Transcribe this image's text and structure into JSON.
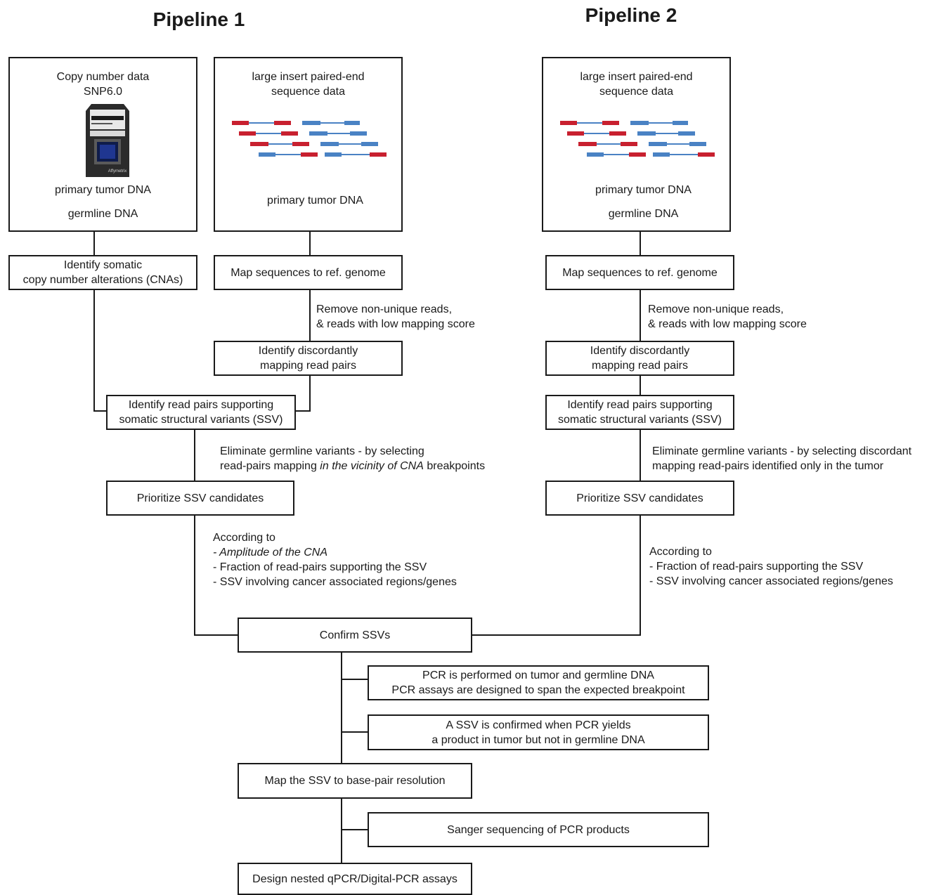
{
  "pipeline1": {
    "title": "Pipeline 1",
    "cn_box": {
      "line1": "Copy number data",
      "line2": "SNP6.0",
      "chip_brand": "Affymetrix",
      "line3": "primary tumor DNA",
      "line4": "germline DNA"
    },
    "seq_box": {
      "line1": "large insert paired-end",
      "line2": "sequence data",
      "line3": "primary tumor DNA"
    },
    "identify_cna": {
      "line1": "Identify somatic",
      "line2": "copy number alterations (CNAs)"
    },
    "map_seq": "Map sequences to ref. genome",
    "remove_note": {
      "line1": "Remove non-unique reads,",
      "line2": "& reads with low mapping score"
    },
    "discordant": {
      "line1": "Identify discordantly",
      "line2": "mapping read pairs"
    },
    "support_ssv": {
      "line1": "Identify read pairs supporting",
      "line2": "somatic structural variants (SSV)"
    },
    "eliminate_note": {
      "line1": "Eliminate germline variants - by selecting",
      "line2_a": "read-pairs mapping ",
      "line2_b": "in the vicinity of CNA",
      "line2_c": " breakpoints"
    },
    "prioritize": "Prioritize SSV candidates",
    "according_note": {
      "line1": "According to",
      "line2": "- Amplitude of the CNA",
      "line3": "- Fraction of read-pairs supporting the SSV",
      "line4": "- SSV involving cancer associated regions/genes"
    }
  },
  "pipeline2": {
    "title": "Pipeline 2",
    "seq_box": {
      "line1": "large insert paired-end",
      "line2": "sequence data",
      "line3": "primary tumor DNA",
      "line4": "germline DNA"
    },
    "map_seq": "Map sequences to ref. genome",
    "remove_note": {
      "line1": "Remove non-unique reads,",
      "line2": "& reads with low mapping score"
    },
    "discordant": {
      "line1": "Identify discordantly",
      "line2": "mapping read pairs"
    },
    "support_ssv": {
      "line1": "Identify read pairs supporting",
      "line2": "somatic structural variants (SSV)"
    },
    "eliminate_note": {
      "line1": "Eliminate germline variants - by selecting discordant",
      "line2": "mapping read-pairs identified only in the tumor"
    },
    "prioritize": "Prioritize SSV candidates",
    "according_note": {
      "line1": "According to",
      "line2": "- Fraction of read-pairs supporting the SSV",
      "line3": "- SSV involving cancer associated regions/genes"
    }
  },
  "shared": {
    "confirm": "Confirm SSVs",
    "pcr_box": {
      "line1": "PCR is performed on tumor and germline DNA",
      "line2": "PCR assays are designed to span the expected breakpoint"
    },
    "confirmed_box": {
      "line1": "A SSV is confirmed when PCR yields",
      "line2": "a product in tumor but not in germline DNA"
    },
    "map_bp": "Map the SSV to base-pair resolution",
    "sanger": "Sanger sequencing of PCR products",
    "design": "Design nested qPCR/Digital-PCR assays"
  },
  "colors": {
    "read_red": "#c8202f",
    "read_blue": "#4a82c4",
    "line": "#1a1a1a"
  }
}
